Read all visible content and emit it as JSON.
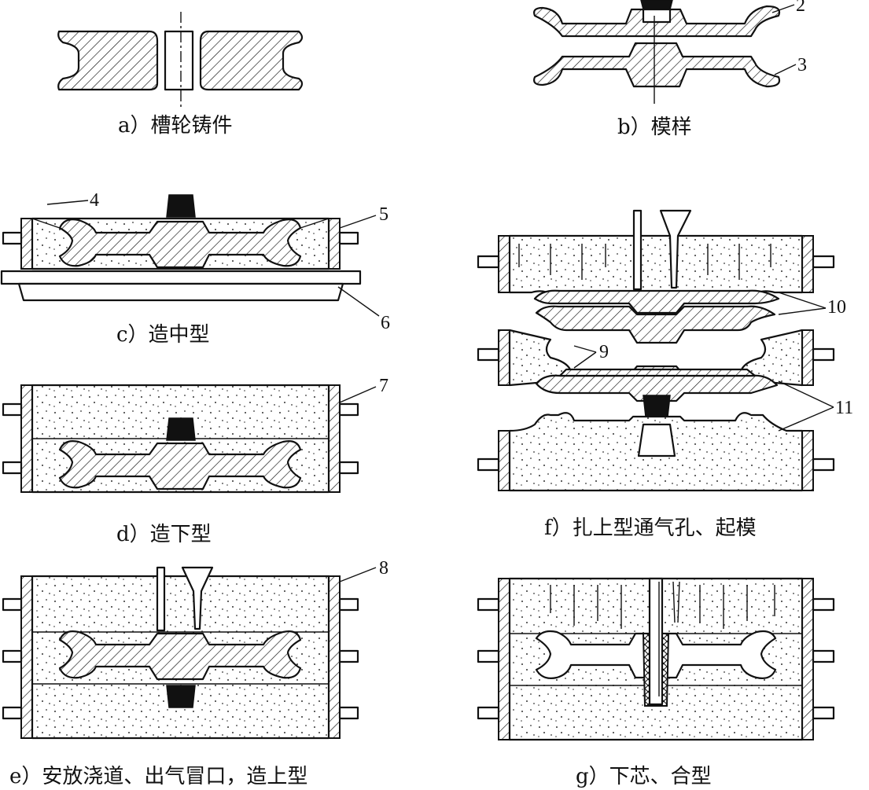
{
  "captions": {
    "a": "a）槽轮铸件",
    "b": "b）模样",
    "c": "c）造中型",
    "d": "d）造下型",
    "e": "e）安放浇道、出气冒口，造上型",
    "f": "f）扎上型通气孔、起模",
    "g": "g）下芯、合型"
  },
  "labels": {
    "n2": "2",
    "n3": "3",
    "n4": "4",
    "n5": "5",
    "n6": "6",
    "n7": "7",
    "n8": "8",
    "n9": "9",
    "n10": "10",
    "n11": "11"
  }
}
